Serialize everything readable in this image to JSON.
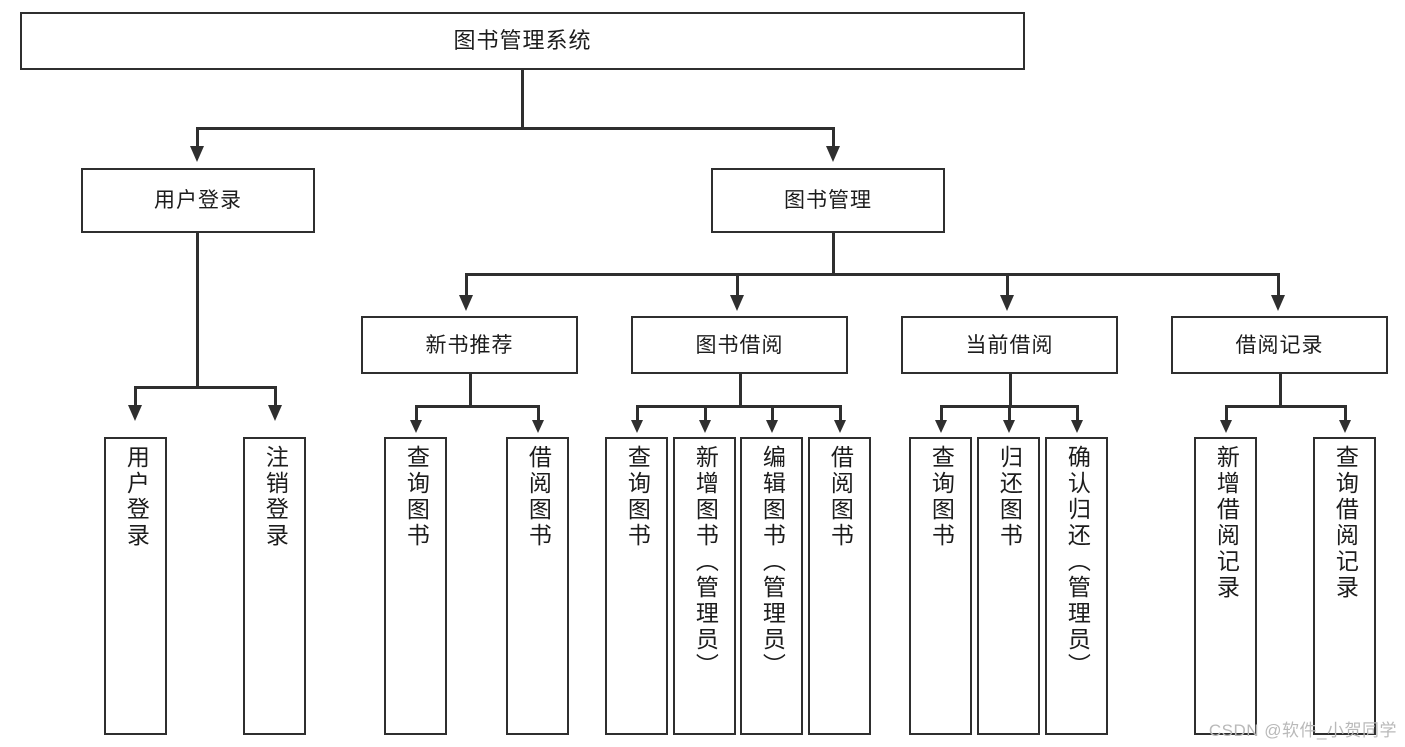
{
  "diagram": {
    "title": "图书管理系统",
    "type": "tree",
    "root": {
      "label": "图书管理系统"
    },
    "level2": [
      {
        "id": "user-login",
        "label": "用户登录"
      },
      {
        "id": "book-manage",
        "label": "图书管理"
      }
    ],
    "level3": [
      {
        "id": "new-book-recommend",
        "label": "新书推荐",
        "parent": "book-manage"
      },
      {
        "id": "book-borrow",
        "label": "图书借阅",
        "parent": "book-manage"
      },
      {
        "id": "current-borrow",
        "label": "当前借阅",
        "parent": "book-manage"
      },
      {
        "id": "borrow-record",
        "label": "借阅记录",
        "parent": "book-manage"
      }
    ],
    "leaves": {
      "user_login": [
        {
          "id": "leaf-user-login",
          "label": "用户登录"
        },
        {
          "id": "leaf-user-logout",
          "label": "注销登录"
        }
      ],
      "new_book_recommend": [
        {
          "id": "leaf-query-book-1",
          "label": "查询图书"
        },
        {
          "id": "leaf-borrow-book-1",
          "label": "借阅图书"
        }
      ],
      "book_borrow": [
        {
          "id": "leaf-query-book-2",
          "label": "查询图书"
        },
        {
          "id": "leaf-add-book",
          "label": "新增图书（管理员）"
        },
        {
          "id": "leaf-edit-book",
          "label": "编辑图书（管理员）"
        },
        {
          "id": "leaf-borrow-book-2",
          "label": "借阅图书"
        }
      ],
      "current_borrow": [
        {
          "id": "leaf-query-book-3",
          "label": "查询图书"
        },
        {
          "id": "leaf-return-book",
          "label": "归还图书"
        },
        {
          "id": "leaf-confirm-return",
          "label": "确认归还（管理员）"
        }
      ],
      "borrow_record": [
        {
          "id": "leaf-add-record",
          "label": "新增借阅记录"
        },
        {
          "id": "leaf-query-record",
          "label": "查询借阅记录"
        }
      ]
    }
  },
  "watermark": {
    "text": "CSDN @软件_小贺同学"
  },
  "colors": {
    "stroke": "#2f2f2f",
    "background": "#ffffff",
    "text": "#1c1c1c",
    "watermark": "#b9b9b9"
  }
}
